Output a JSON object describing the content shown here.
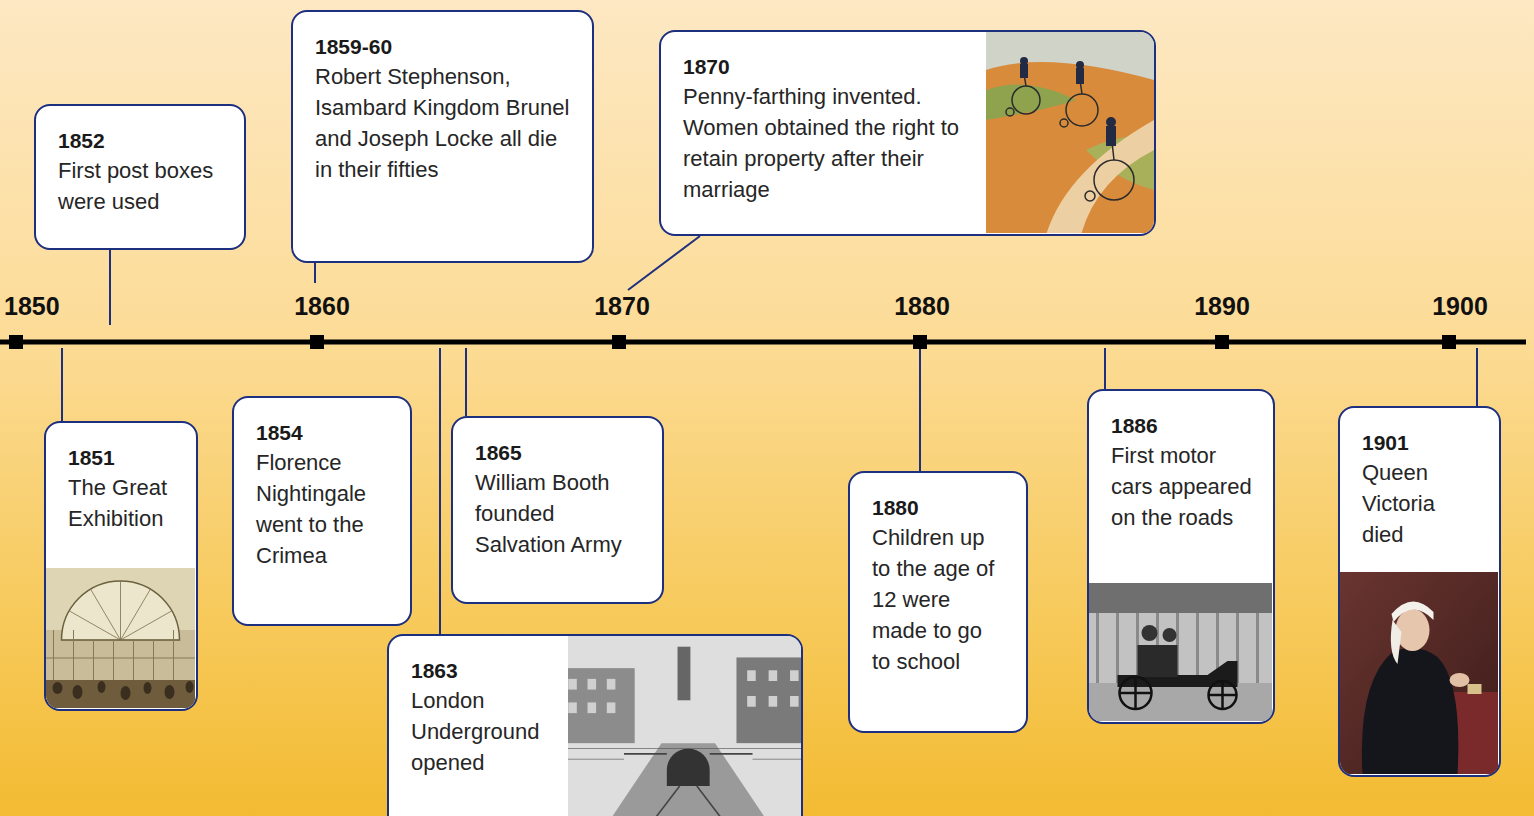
{
  "diagram": {
    "nodes": [
      {
        "text": [
          "1852",
          "First post boxes were used"
        ]
      },
      {
        "text": [
          "1859-60",
          "Robert Stephenson, Isambard Kingdom Brunel and Joseph Locke all die in their fifties"
        ]
      },
      {
        "text": [
          "1870",
          "Penny-farthing invented. Women obtained the right to retain property after their marriage"
        ]
      },
      {
        "text": [
          "1851",
          "The Great Exhibition"
        ]
      },
      {
        "text": [
          "1854",
          "Florence Nightingale went to the Crimea"
        ]
      },
      {
        "text": [
          "1865",
          "William Booth founded Salvation Army"
        ]
      },
      {
        "text": [
          "1863",
          "London Underground opened"
        ]
      },
      {
        "text": [
          "1880",
          "Children up to the age of 12 were made to go to school"
        ]
      },
      {
        "text": [
          "1886",
          "First motor cars appeared on the roads"
        ]
      },
      {
        "text": [
          "1901",
          "Queen Victoria died"
        ]
      }
    ],
    "labels": [
      "1850",
      "1860",
      "1870",
      "1880",
      "1890",
      "1900"
    ]
  }
}
